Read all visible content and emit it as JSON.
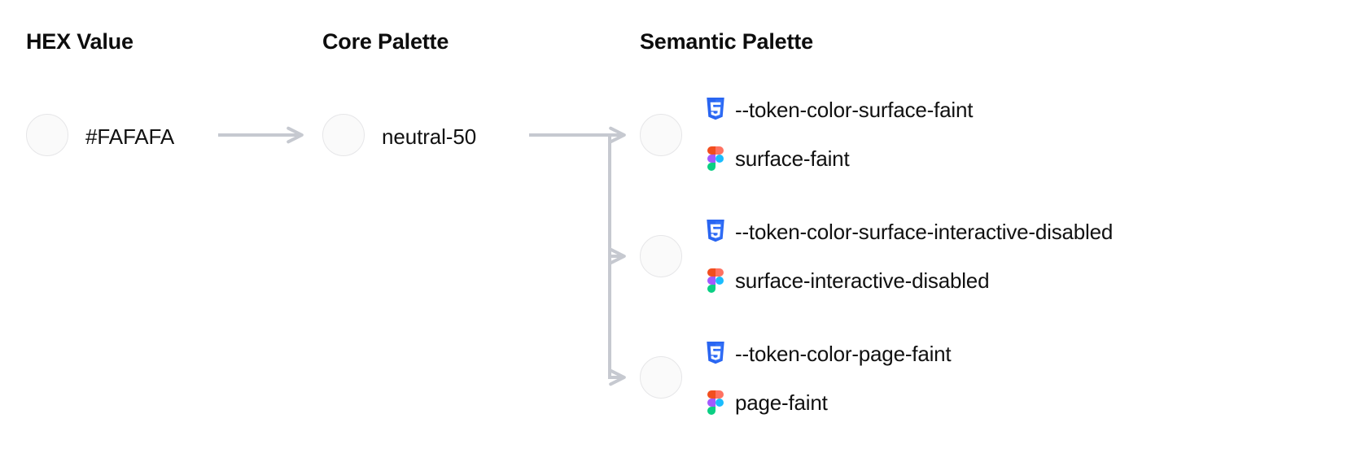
{
  "columns": {
    "hex": {
      "title": "HEX Value"
    },
    "core": {
      "title": "Core Palette"
    },
    "semantic": {
      "title": "Semantic Palette"
    }
  },
  "hex": {
    "swatch_color": "#FAFAFA",
    "value": "#FAFAFA"
  },
  "core": {
    "swatch_color": "#FAFAFA",
    "value": "neutral-50"
  },
  "semantic": {
    "rows": [
      {
        "swatch_color": "#FAFAFA",
        "css_icon": "css3-icon",
        "css_token": "--token-color-surface-faint",
        "figma_icon": "figma-icon",
        "figma_token": "surface-faint"
      },
      {
        "swatch_color": "#FAFAFA",
        "css_icon": "css3-icon",
        "css_token": "--token-color-surface-interactive-disabled",
        "figma_icon": "figma-icon",
        "figma_token": "surface-interactive-disabled"
      },
      {
        "swatch_color": "#FAFAFA",
        "css_icon": "css3-icon",
        "css_token": "--token-color-page-faint",
        "figma_icon": "figma-icon",
        "figma_token": "page-faint"
      }
    ]
  },
  "theme": {
    "connector_color": "#C6C9D0",
    "swatch_border": "#E6E6E8",
    "text_color": "#111111",
    "css_icon_color": "#2965F1",
    "figma_orange": "#F24E1E",
    "figma_salmon": "#FF7262",
    "figma_purple": "#A259FF",
    "figma_blue": "#1ABCFE",
    "figma_green": "#0ACF83"
  }
}
